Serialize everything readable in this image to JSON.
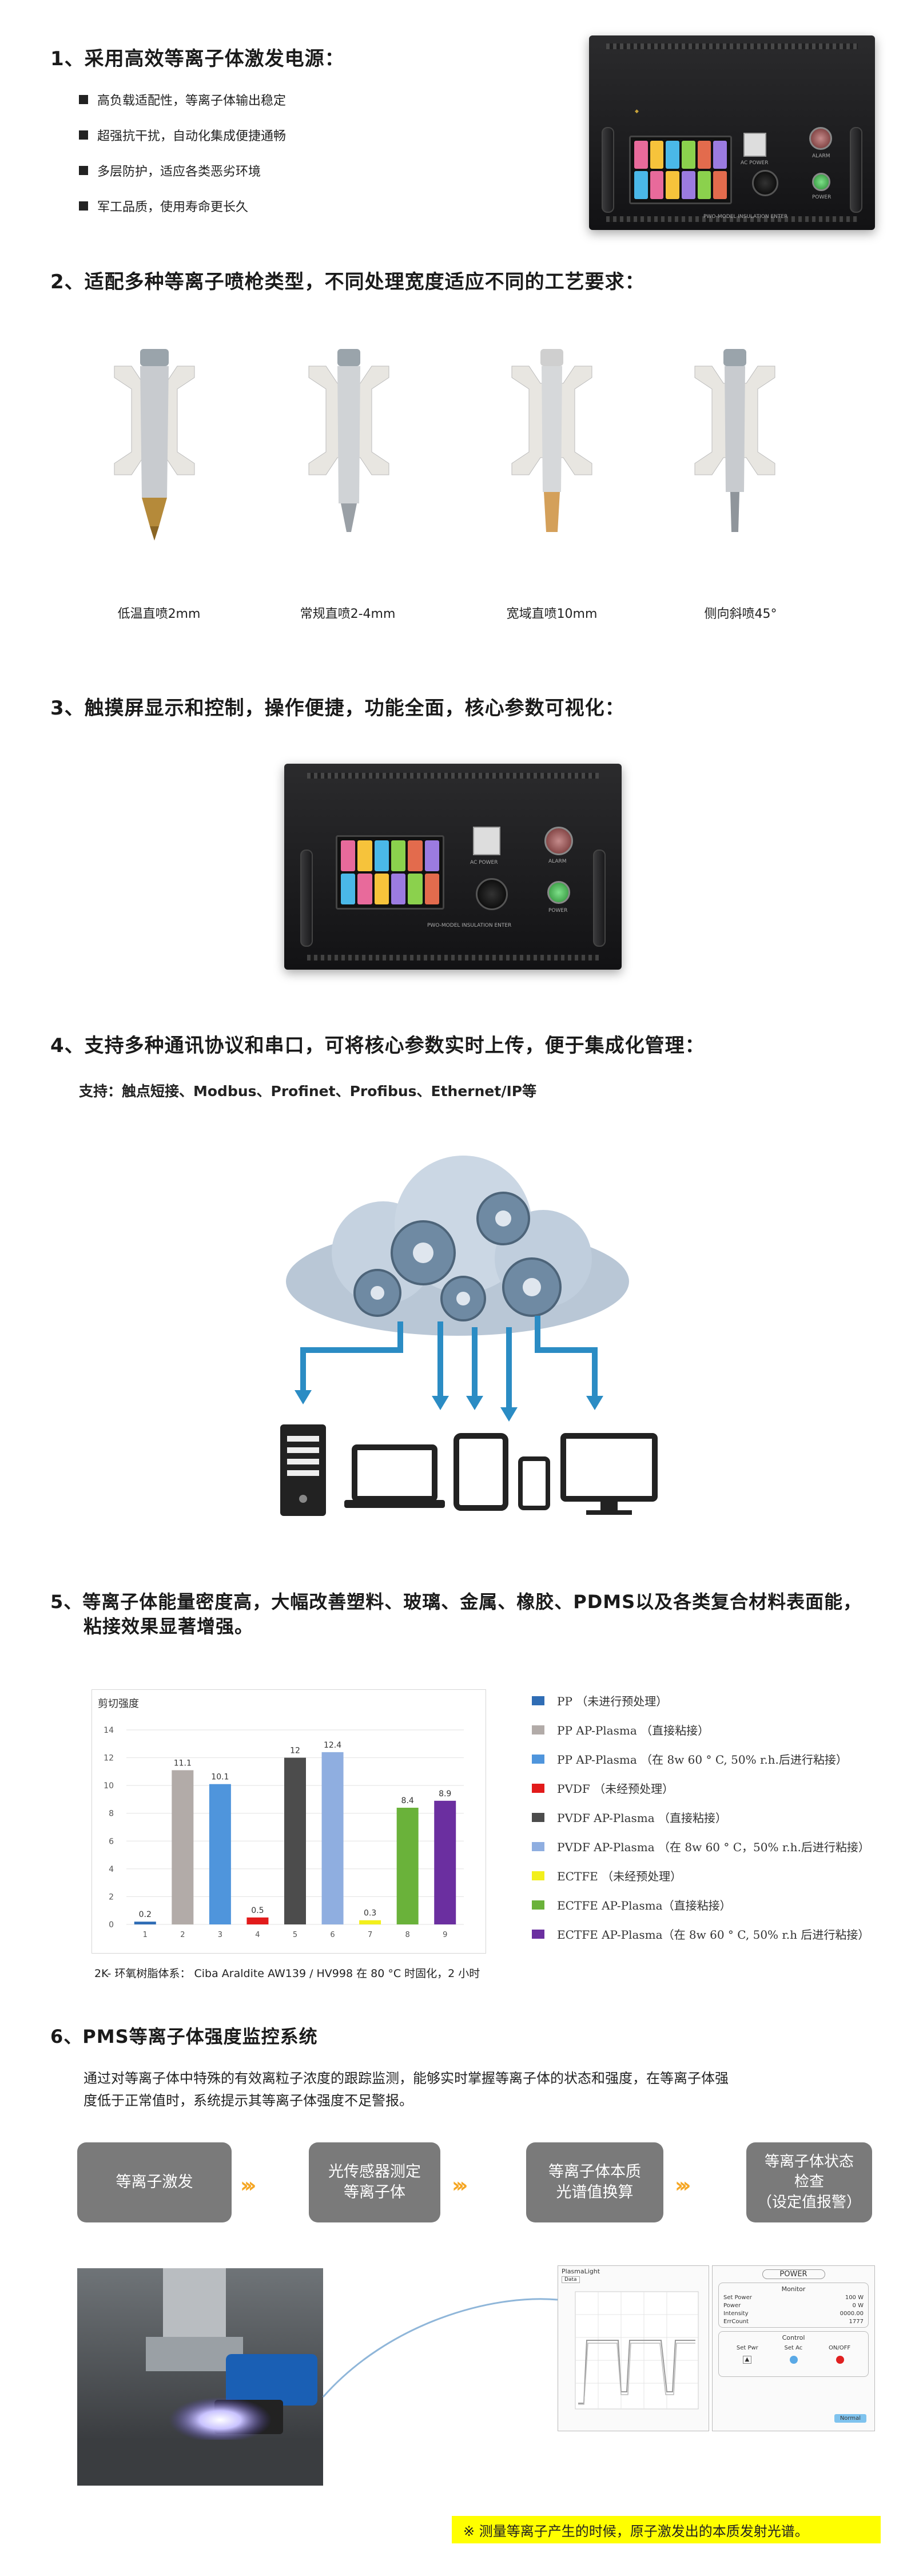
{
  "sections": {
    "s1": {
      "title": "1、采用高效等离子体激发电源：",
      "bullets": [
        "高负载适配性，等离子体输出稳定",
        "超强抗干扰，自动化集成便捷通畅",
        "多层防护，适应各类恶劣环境",
        "军工品质，使用寿命更长久"
      ]
    },
    "s2": {
      "title": "2、适配多种等离子喷枪类型，不同处理宽度适应不同的工艺要求：",
      "nozzles": [
        "低温直喷2mm",
        "常规直喷2-4mm",
        "宽域直喷10mm",
        "侧向斜喷45°"
      ]
    },
    "s3": {
      "title": "3、触摸屏显示和控制，操作便捷，功能全面，核心参数可视化："
    },
    "s4": {
      "title": "4、支持多种通讯协议和串口，可将核心参数实时上传，便于集成化管理：",
      "support": "支持：触点短接、Modbus、Profinet、Profibus、Ethernet/IP等"
    },
    "s5": {
      "title_line1": "5、等离子体能量密度高，大幅改善塑料、玻璃、金属、橡胶、PDMS以及各类复合材料表面能，",
      "title_line2": "粘接效果显著增强。",
      "footnote": "2K- 环氧树脂体系： Ciba Araldite AW139 / HV998 在 80 °C 时固化，2 小时"
    },
    "s6": {
      "title": "6、PMS等离子体强度监控系统",
      "desc_line1": "通过对等离子体中特殊的有效离粒子浓度的跟踪监测，能够实时掌握等离子体的状态和强度，在等离子体强",
      "desc_line2": "度低于正常值时，系统提示其等离子体强度不足警报。",
      "flow": [
        "等离子激发",
        "光传感器测定\n等离子体",
        "等离子体本质\n光谱值换算",
        "等离子体状态\n检查\n（设定值报警）"
      ],
      "note": "※ 测量等离子产生的时候，原子激发出的本质发射光谱。"
    }
  },
  "device_labels": {
    "ac": "AC POWER",
    "alarm": "ALARM",
    "power": "POWER",
    "model": "PWO-MODEL INSULATION ENTER"
  },
  "software": {
    "title": "PlasmaLight",
    "tab": "Data",
    "power_title": "POWER",
    "monitor_title": "Monitor",
    "rows": [
      [
        "Set Power",
        "100",
        "W"
      ],
      [
        "Power",
        "0",
        "W"
      ],
      [
        "Intensity",
        "0000.00",
        ""
      ],
      [
        "ErrCount",
        "1777",
        ""
      ]
    ],
    "control_title": "Control",
    "ctrl_labels": [
      "Set Pwr",
      "Set Ac",
      "ON/OFF"
    ],
    "btn": "Normal"
  },
  "chart_data": {
    "type": "bar",
    "title": "剪切强度",
    "categories": [
      "1",
      "2",
      "3",
      "4",
      "5",
      "6",
      "7",
      "8",
      "9"
    ],
    "values": [
      0.2,
      11.1,
      10.1,
      0.5,
      12,
      12.4,
      0.3,
      8.4,
      8.9
    ],
    "value_labels": [
      "0.2",
      "11.1",
      "10.1",
      "0.5",
      "12",
      "12.4",
      "0.3",
      "8.4",
      "8.9"
    ],
    "colors": [
      "#2f6db5",
      "#b2aba8",
      "#4f95dc",
      "#e21b1b",
      "#4c4c4c",
      "#8faee0",
      "#f2ef1c",
      "#6ab23a",
      "#6b2fa0"
    ],
    "ylim": [
      0,
      14
    ],
    "yticks": [
      "0",
      "2",
      "4",
      "6",
      "8",
      "10",
      "12",
      "14"
    ],
    "grid": true,
    "legend": [
      "PP （未进行预处理）",
      "PP AP-Plasma （直接粘接）",
      "PP AP-Plasma （在 8w 60 ° C, 50% r.h.后进行粘接）",
      "PVDF （未经预处理）",
      "PVDF AP-Plasma （直接粘接）",
      "PVDF AP-Plasma （在 8w 60 ° C，50% r.h.后进行粘接）",
      "ECTFE （未经预处理）",
      "ECTFE AP-Plasma（直接粘接）",
      "ECTFE AP-Plasma（在 8w 60 ° C, 50% r.h 后进行粘接）"
    ]
  }
}
